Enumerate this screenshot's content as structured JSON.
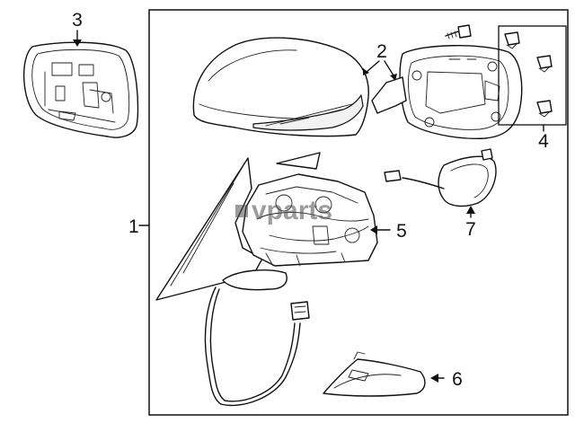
{
  "callouts": {
    "c1": "1",
    "c2": "2",
    "c3": "3",
    "c4": "4",
    "c5": "5",
    "c6": "6",
    "c7": "7"
  },
  "watermark": "vparts",
  "colors": {
    "ink": "#111111",
    "paper": "#ffffff",
    "shade": "#f2f2f2"
  }
}
